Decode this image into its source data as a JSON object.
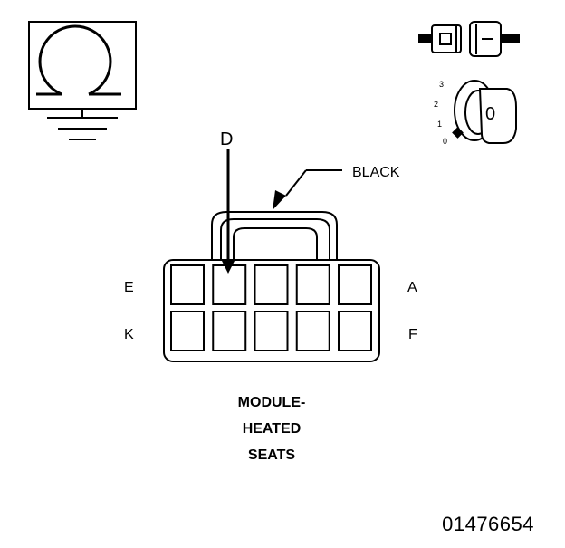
{
  "connector": {
    "pin_label": "D",
    "color_label": "BLACK",
    "corner_labels": {
      "top_left": "E",
      "top_right": "A",
      "bottom_left": "K",
      "bottom_right": "F"
    }
  },
  "key_switch": {
    "positions": [
      "3",
      "2",
      "1",
      "0"
    ],
    "key_label": "0"
  },
  "component_name": [
    "MODULE-",
    "HEATED",
    "SEATS"
  ],
  "reference_number": "01476654",
  "icons": [
    "ohmmeter-icon",
    "ground-symbol-icon",
    "connector-disconnect-icon",
    "ignition-key-off-icon",
    "probe-arrow-icon"
  ],
  "colors": {
    "line": "#000000",
    "background": "#ffffff"
  }
}
